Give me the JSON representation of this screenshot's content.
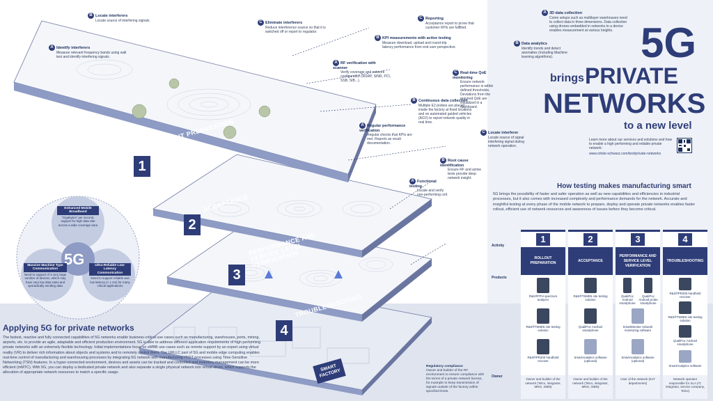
{
  "header": {
    "brings": "brings",
    "fiveg": "5G",
    "private": "PRIVATE",
    "networks": "NETWORKS",
    "subtitle": "to a new level",
    "learn_more": "Learn more about our services and solutions and how to enable a high performing and reliable private network:",
    "learn_url": "www.rohde-schwarz.com/test/private-networks"
  },
  "layers": [
    {
      "number": "1",
      "label": "ROLLOUT PREPARATION"
    },
    {
      "number": "2",
      "label": "ACCEPTANCE"
    },
    {
      "number": "3",
      "label": "PERFORMANCE AND SERVICE LEVEL VERIFICATION"
    },
    {
      "number": "4",
      "label": "TROUBLESHOOTING"
    }
  ],
  "callouts": [
    {
      "letter": "B",
      "title": "Locate interferers",
      "desc": "Locate source of interfering signals."
    },
    {
      "letter": "A",
      "title": "Identify interferers",
      "desc": "Measure relevant frequency bands using wall test and identify interfering signals."
    },
    {
      "letter": "C",
      "title": "Eliminate interferers",
      "desc": "Reduce interference source so that it is switched off or report to regulator."
    },
    {
      "letter": "C",
      "title": "Reporting",
      "desc": "Acceptance report to prove that customer KPIs are fulfilled."
    },
    {
      "letter": "B",
      "title": "KPI measurements with active testing",
      "desc": "Measure download, upload and round-trip latency performance from end user perspective."
    },
    {
      "letter": "A",
      "title": "RF verification with scanner",
      "desc": "Verify coverage and network configuration (RSRP, SINR, PCI, SSB, SIB...)."
    },
    {
      "letter": "C",
      "title": "Real-time QoE monitoring",
      "desc": "Ensure network performance is within defined thresholds. Deviations from the required QoE are visualized in a dashboard."
    },
    {
      "letter": "B",
      "title": "Continuous data collection",
      "desc": "Multiple E2 probes are placed inside the factory at fixed locations and on automated guided vehicles (AGV) to report network quality in real time."
    },
    {
      "letter": "A",
      "title": "Regular performance verification",
      "desc": "Regular checks that KPIs are met. Reports as result documentation."
    },
    {
      "letter": "C",
      "title": "Locate interferer",
      "desc": "Locate source of signal interfering signal during network operation."
    },
    {
      "letter": "B",
      "title": "Root cause identification",
      "desc": "Ensure RF and active tests provide deep network insight."
    },
    {
      "letter": "A",
      "title": "Functional testing",
      "desc": "Locate and verify non-performing cell."
    },
    {
      "letter": "A",
      "title": "3D data collection",
      "desc": "Come setups such as multilayer warehouses need to collect data in three dimensions. Data collection using drones embedded in networks to a device enables measurement at various heights."
    },
    {
      "letter": "B",
      "title": "Data analytics",
      "desc": "Identify trends and detect anomalies (including Machine learning algorithms)."
    }
  ],
  "how": {
    "title": "How testing makes manufacturing smart",
    "body": "5G brings the possibility of faster and safer operation as well as new capabilities and efficiencies in industrial processes, but it also comes with increased complexity and performance demands for the network. Accurate and insightful testing at every phase of the mobile network to prepare, deploy and operate private networks enables faster rollout, efficient use of network resources and awareness of issues before they become critical."
  },
  "table": {
    "row_activity": "Activity",
    "row_products": "Products",
    "row_owner": "Owner",
    "columns": [
      {
        "number": "1",
        "activity": "ROLLOUT PREPARATION",
        "products": [
          "R&S®FPH spectrum analyzer",
          "R&S®TSME6 site testing solution",
          "R&S®PR200 handheld receiver"
        ],
        "owner": "Owner and builder of the network (Telco, integrator, MNO, ISBN)"
      },
      {
        "number": "2",
        "activity": "ACCEPTANCE",
        "products": [
          "R&S®TSME6 site testing solution",
          "QualiPoc Android smartphone",
          "SmartAnalytics software (optional)"
        ],
        "owner": "Owner and builder of the network (Telco, integrator, MNO, ISBN)"
      },
      {
        "number": "3",
        "activity": "PERFORMANCE AND SERVICE LEVEL VERIFICATION",
        "products": [
          "QualiPoc Android smartphone",
          "QualiPoc Android probe smartphone",
          "SmartMonitor network monitoring software",
          "SmartAnalytics software (optional)"
        ],
        "owner": "User of the network (IIoT departments)"
      },
      {
        "number": "4",
        "activity": "TROUBLESHOOTING",
        "products": [
          "R&S®PR200 handheld receiver",
          "R&S®TSME6 site testing solution",
          "QualiPoc Android smartphone",
          "SmartAnalytics software"
        ],
        "owner": "Network operator responsible for SLA (IT, integrator, service company, Telco)"
      }
    ]
  },
  "apply": {
    "title": "Applying 5G for private networks",
    "body": "The fastest, reactive and fully connected capabilities of 5G networks enable business-critical use cases such as manufacturing, warehouses, ports, mining, airports, etc. to provide an agile, adaptable and efficient production environment. 5G is able to address different application requirements of high performing private networks with an extremely flexible technology. Initial implementations focus on eMBB use cases such as remote support by an expert using virtual reality (VR) to deliver rich information about objects and systems and to remotely control them. The URLLC part of 5G and mobile edge computing enables real-time control of manufacturing and warehousing processes by integrating 5G network with manufacturing IT/OT processes using Time-Sensitive Networking (TSN) features. In a hyper-connected environment, devices and assets can be tracked and controlled and inventory management can be more efficient (mMTC). With 5G, you can deploy a dedicated private network and also separate a single physical network into virtual slices, which supports the allocation of appropriate network resources to match a specific usage."
  },
  "circle": {
    "center": "5G",
    "embb_title": "Enhanced Mobile Broadband",
    "embb_desc": "“Gigabytes” per second, support for high data rate across a wide coverage area",
    "mmtc_title": "Massive Machine Type Communication",
    "mmtc_desc": "Need to support of a very large number of devices, which may have very low data rates and sporadically sending data",
    "urllc_title": "Ultra-Reliable Low-Latency Communication",
    "urllc_desc": "Need to support reliable and low latency (< 1 ms) for many critical applications"
  },
  "regulatory": {
    "title": "Regulatory compliance",
    "desc": "Owner and builder of the RF environment to ensure compliance with the terms of a private network license, for example to keep transmission of signals outside of the factory within specified limits."
  },
  "factory_sign": "SMART FACTORY",
  "colors": {
    "navy": "#2e3d78",
    "light_band": "#dfe4ef",
    "layer_top": "#f4f6fa",
    "layer_side": "#8e9bc4"
  }
}
